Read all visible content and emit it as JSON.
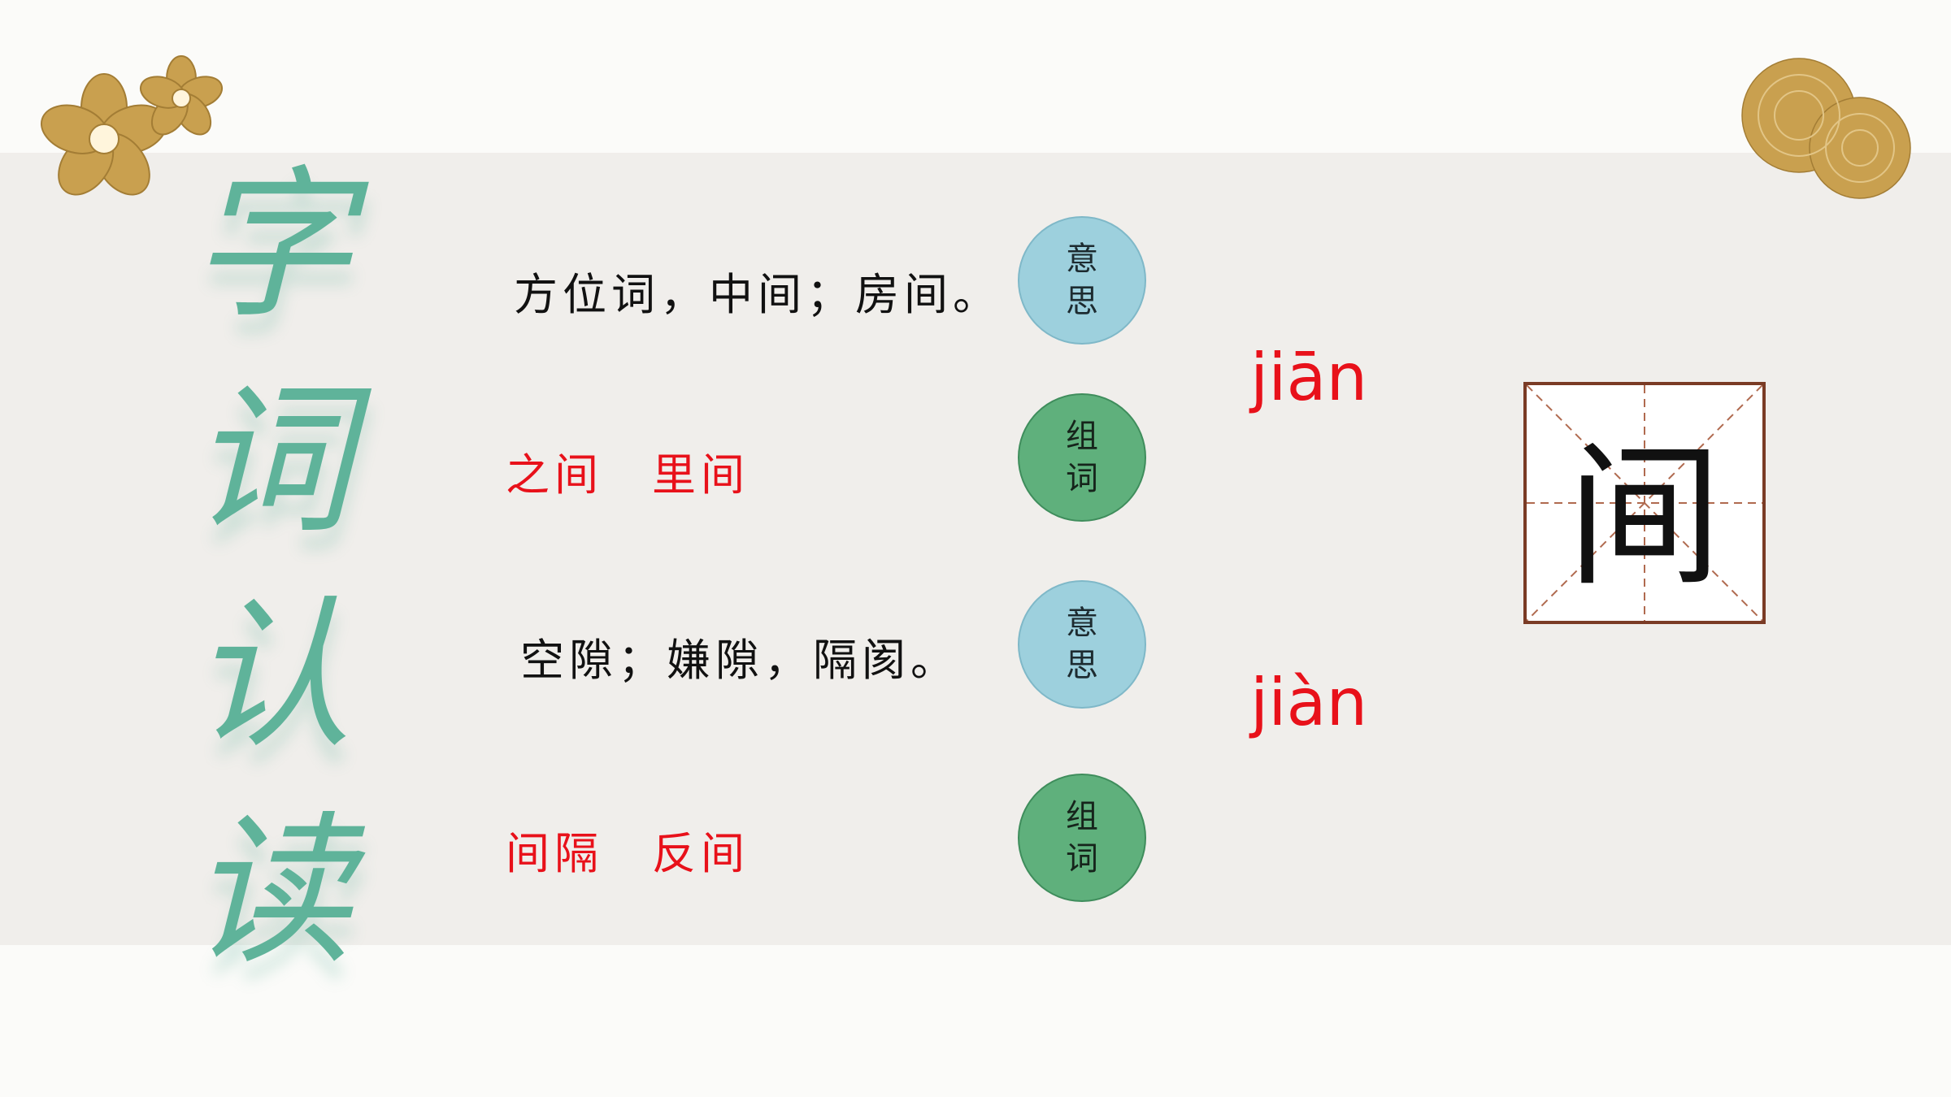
{
  "side_title": [
    "字",
    "词",
    "认",
    "读"
  ],
  "rows": [
    {
      "text": "方位词，中间；房间。",
      "badge": [
        "意",
        "思"
      ],
      "color": "black"
    },
    {
      "text": "之间　里间",
      "badge": [
        "组",
        "词"
      ],
      "color": "red"
    },
    {
      "text": "空隙；嫌隙，隔阂。",
      "badge": [
        "意",
        "思"
      ],
      "color": "black"
    },
    {
      "text": "间隔　反间",
      "badge": [
        "组",
        "词"
      ],
      "color": "red"
    }
  ],
  "pinyin": {
    "first": "jiān",
    "second": "jiàn"
  },
  "character": "间",
  "colors": {
    "teal": "#5fb39a",
    "red": "#e8111a",
    "gold": "#c9a04f",
    "badge_blue": "#9dd0dd",
    "badge_green": "#5fb07c"
  },
  "icons": [
    "plum-flower-icon",
    "chrysanthemum-icon"
  ]
}
